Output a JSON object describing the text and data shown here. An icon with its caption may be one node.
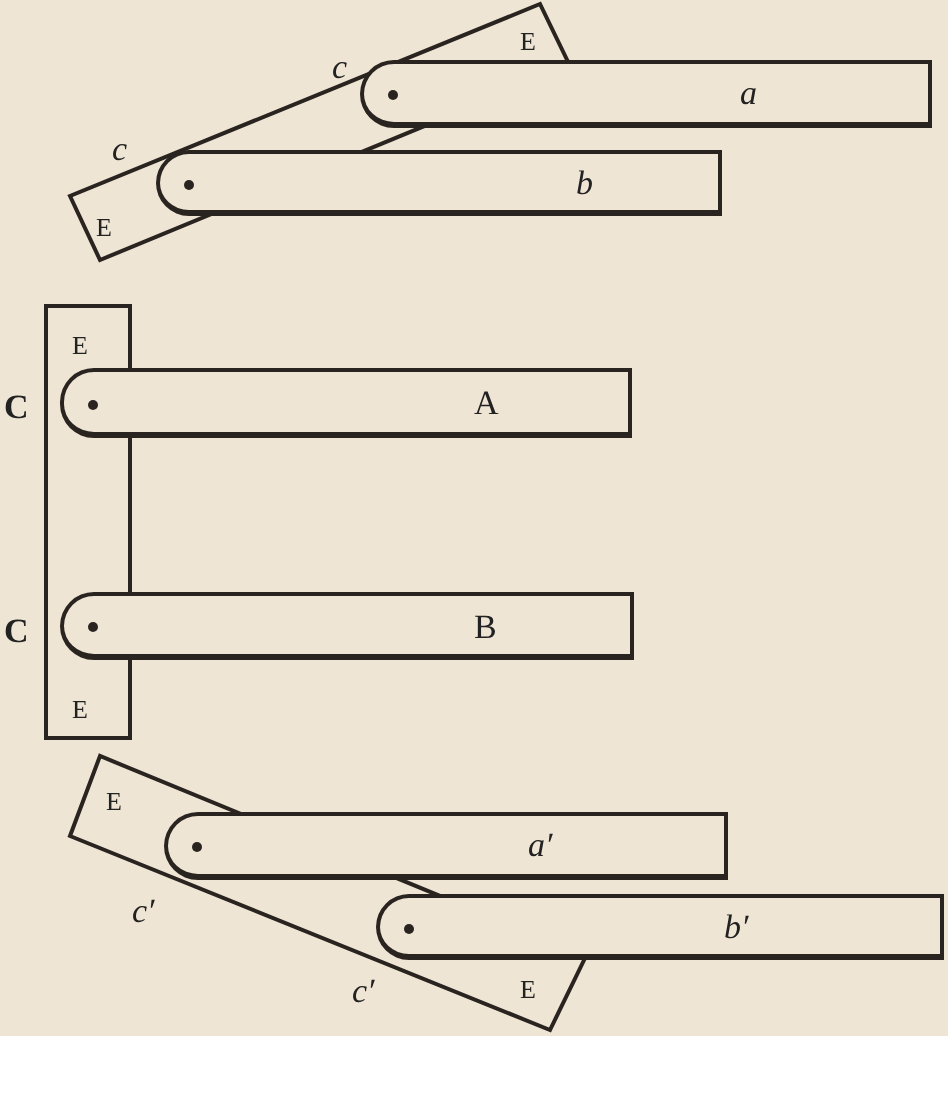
{
  "diagram": {
    "nodes": [
      {
        "text": [
          "c",
          "E",
          "c",
          "E"
        ]
      },
      {
        "text": [
          "a"
        ]
      },
      {
        "text": [
          "b"
        ]
      },
      {
        "text": [
          "E",
          "E"
        ],
        "beside": [
          "C",
          "C"
        ]
      },
      {
        "text": [
          "A"
        ]
      },
      {
        "text": [
          "B"
        ]
      },
      {
        "text": [
          "E",
          "c′",
          "c′",
          "E"
        ]
      },
      {
        "text": [
          "a′"
        ]
      },
      {
        "text": [
          "b′"
        ]
      }
    ]
  }
}
